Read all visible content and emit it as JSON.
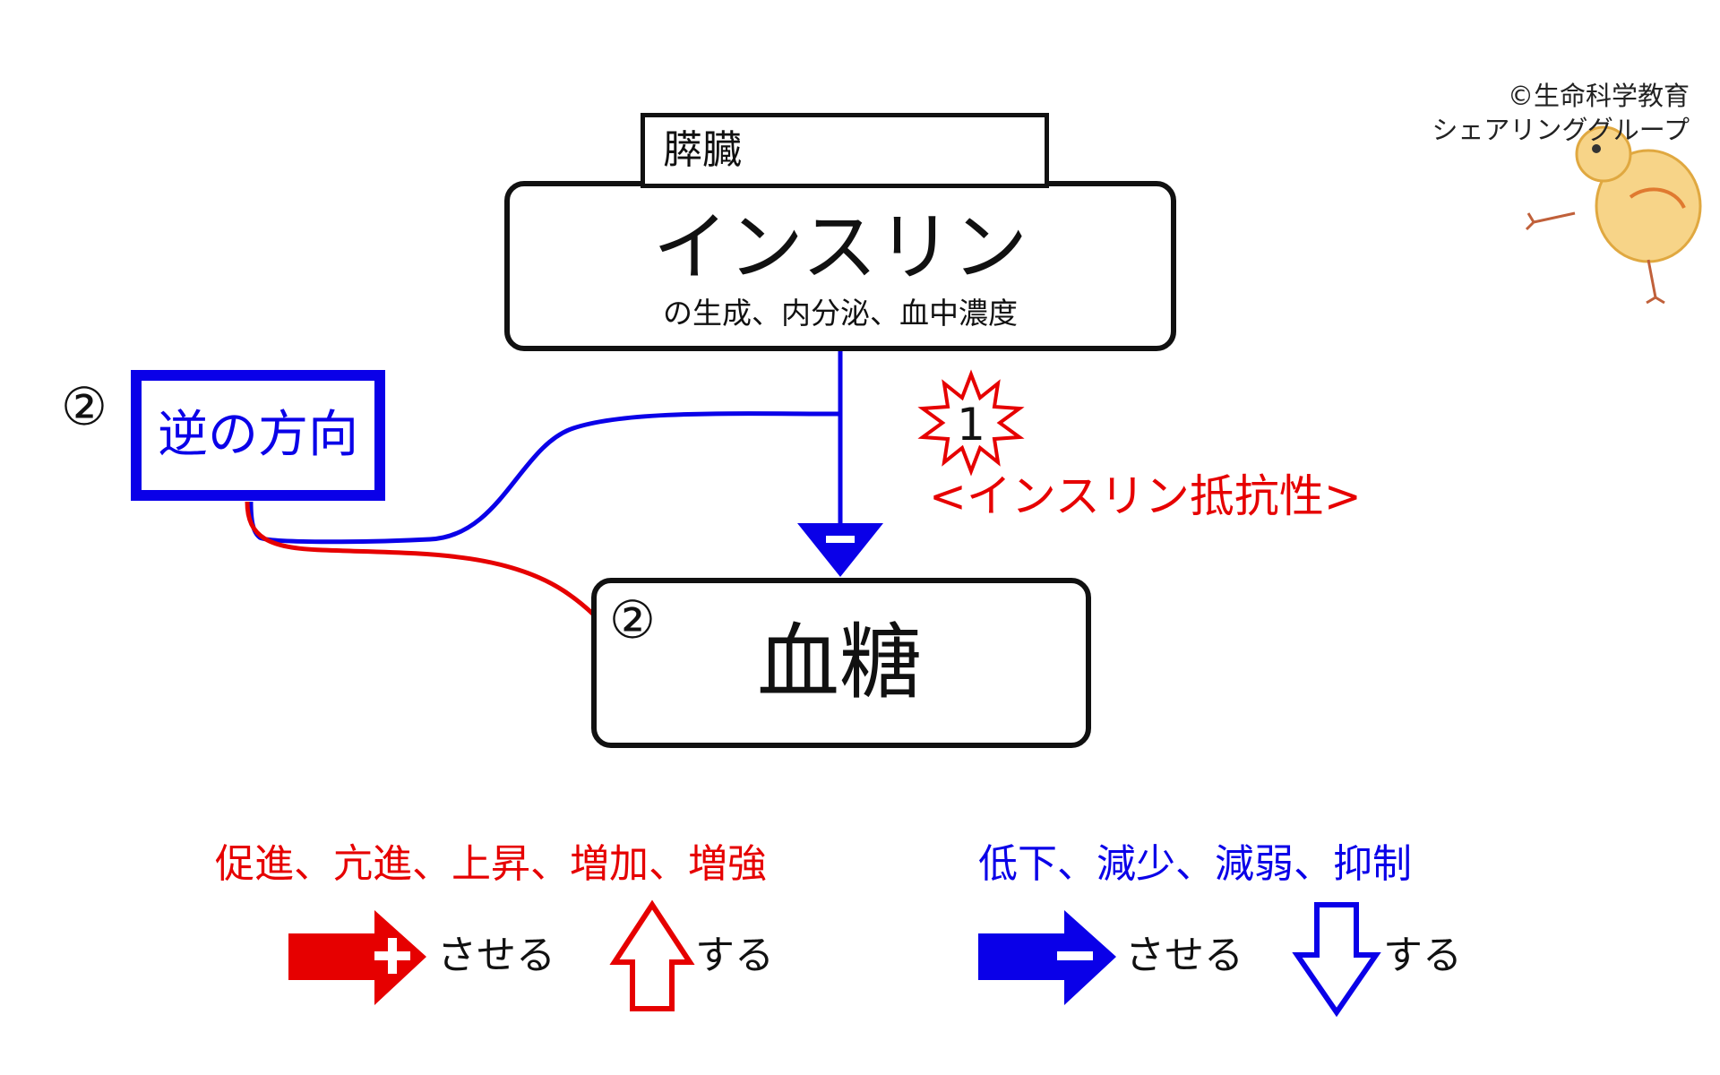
{
  "copyright": {
    "line1": "©生命科学教育",
    "line2": "シェアリンググループ"
  },
  "organ_label": "膵臓",
  "insulin": {
    "title": "インスリン",
    "subtitle": "の生成、内分泌、血中濃度"
  },
  "reverse": {
    "marker": "②",
    "label": "逆の方向"
  },
  "resistance": {
    "number": "1",
    "label": "<インスリン抵抗性>"
  },
  "glucose": {
    "marker": "②",
    "title": "血糖"
  },
  "legend": {
    "red_words": "促進、亢進、上昇、増加、増強",
    "blue_words": "低下、減少、減弱、抑制",
    "make_text_red": "させる",
    "do_text_red": "する",
    "make_text_blue": "させる",
    "do_text_blue": "する"
  },
  "colors": {
    "red": "#e60000",
    "blue": "#0a00e8",
    "black": "#111111"
  },
  "icons": {
    "plus_arrow": "red-right-arrow-with-plus-icon",
    "up_arrow": "red-hollow-up-arrow-icon",
    "minus_arrow": "blue-right-arrow-with-minus-icon",
    "down_arrow": "blue-hollow-down-arrow-icon",
    "inhibit_head": "blue-triangle-minus-icon",
    "star": "red-starburst-icon",
    "chick": "chick-drawing-icon"
  }
}
